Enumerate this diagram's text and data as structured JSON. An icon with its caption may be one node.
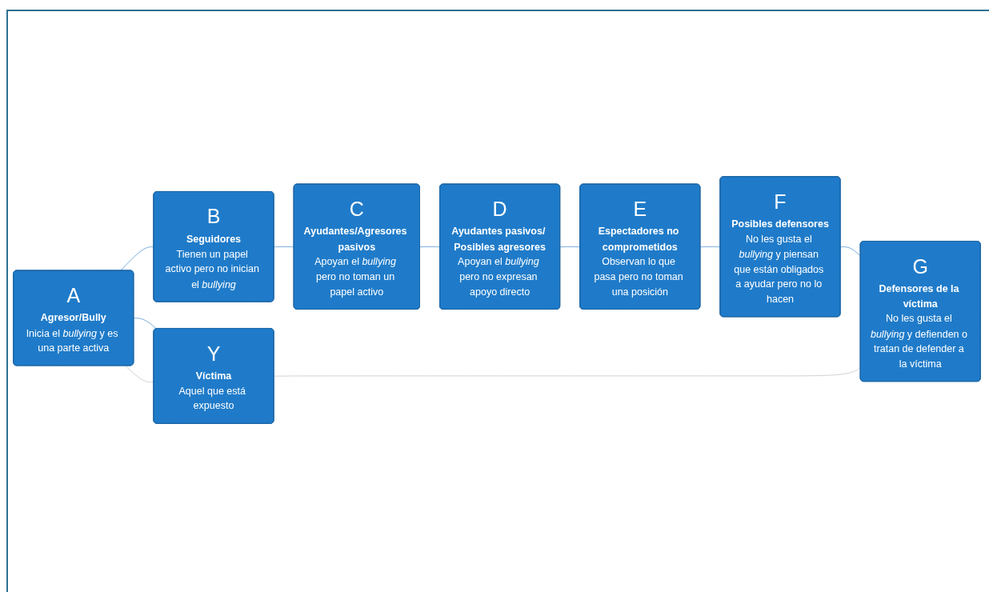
{
  "diagram": {
    "nodes": [
      {
        "text": [
          "A",
          "Agresor/Bully",
          "Inicia el *bullying* y es una parte activa"
        ]
      },
      {
        "text": [
          "B",
          "Seguidores",
          "Tienen un papel activo pero no inician el *bullying*"
        ]
      },
      {
        "text": [
          "C",
          "Ayudantes/Agresores pasivos",
          "Apoyan el *bullying* pero no toman un papel activo"
        ]
      },
      {
        "text": [
          "D",
          "Ayudantes pasivos/ Posibles agresores",
          "Apoyan el *bullying* pero no expresan apoyo directo"
        ]
      },
      {
        "text": [
          "E",
          "Espectadores no comprometidos",
          "Observan lo que pasa pero no toman una posición"
        ]
      },
      {
        "text": [
          "F",
          "Posibles defensores",
          "No les gusta el *bullying* y piensan que están obligados a ayudar pero no lo hacen"
        ]
      },
      {
        "text": [
          "G",
          "Defensores de la víctima",
          "No les gusta el *bullying* y defienden o tratan de defender a la víctima"
        ]
      },
      {
        "text": [
          "Y",
          "Víctima",
          "Aquel que está expuesto"
        ]
      }
    ],
    "edges": [
      {
        "from": 0,
        "to": 1,
        "arrow": "none"
      },
      {
        "from": 1,
        "to": 2,
        "arrow": "none"
      },
      {
        "from": 2,
        "to": 3,
        "arrow": "none"
      },
      {
        "from": 3,
        "to": 4,
        "arrow": "none"
      },
      {
        "from": 4,
        "to": 5,
        "arrow": "none"
      },
      {
        "from": 5,
        "to": 6,
        "arrow": "none"
      },
      {
        "from": 0,
        "to": 7,
        "arrow": "none"
      },
      {
        "from": 0,
        "to": 7,
        "arrow": "none",
        "color": "#c8c8c8"
      },
      {
        "from": 7,
        "to": 6,
        "arrow": "none",
        "color": "#c8c8c8"
      }
    ]
  }
}
